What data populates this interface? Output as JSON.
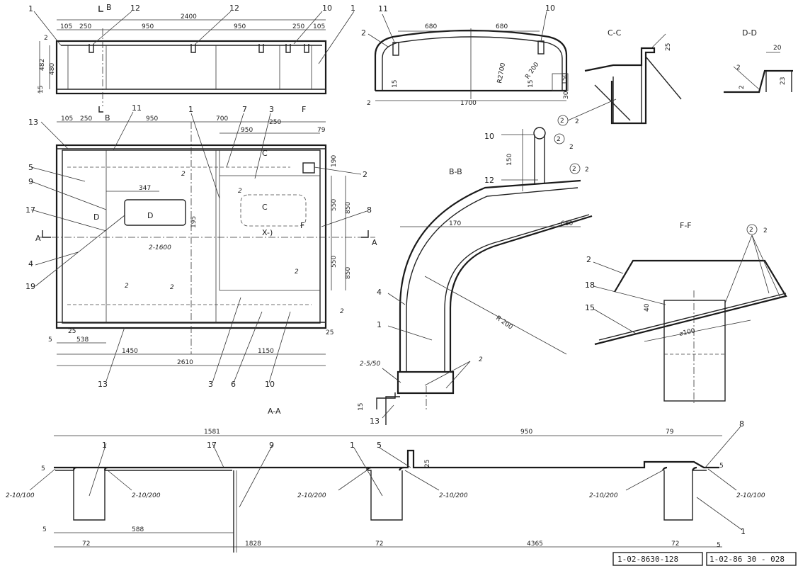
{
  "sections": {
    "bb": "B-B",
    "cc": "C-C",
    "dd": "D-D",
    "ff": "F-F",
    "aa": "A-A",
    "b_mark": "B",
    "c_mark": "C",
    "d_mark": "D",
    "f_mark": "F",
    "a_mark": "A",
    "x_mark": "X-)"
  },
  "dims": {
    "d2400": "2400",
    "d950": "950",
    "d250": "250",
    "d105": "105",
    "d2": "2",
    "d482": "482",
    "d480": "480",
    "d15": "15",
    "d680": "680",
    "d1700": "1700",
    "dR2700": "R2700",
    "dR200": "R 200",
    "dR200b": "R 200",
    "d150": "150",
    "d30": "30",
    "d25": "25",
    "d20": "20",
    "d23": "23",
    "d700": "700",
    "d79": "79",
    "d190": "190",
    "d347": "347",
    "d195": "195",
    "d550": "550",
    "d850": "850",
    "d25b": "25",
    "d5": "5",
    "d538": "538",
    "d1450": "1450",
    "d1150": "1150",
    "d2610": "2610",
    "d170": "170",
    "d40": "40",
    "d100": "⌀100",
    "d1581": "1581",
    "d5b": "5",
    "d588": "588",
    "d1828": "1828",
    "d72": "72",
    "d4365": "4365"
  },
  "welds": {
    "w_tri2": "2",
    "w_2_5_50": "2-5/50",
    "w_2_1600": "2-1600",
    "w_2_10_100": "2-10/100",
    "w_2_10_200": "2-10/200"
  },
  "leaders": {
    "n1": "1",
    "n2": "2",
    "n3": "3",
    "n4": "4",
    "n5": "5",
    "n6": "6",
    "n7": "7",
    "n8": "8",
    "n9": "9",
    "n10": "10",
    "n11": "11",
    "n12": "12",
    "n13": "13",
    "n15": "15",
    "n17": "17",
    "n18": "18",
    "n19": "19"
  },
  "stamps": {
    "doc1": "1-02-8630-128",
    "doc2": "1-02-86 30 - 028"
  }
}
